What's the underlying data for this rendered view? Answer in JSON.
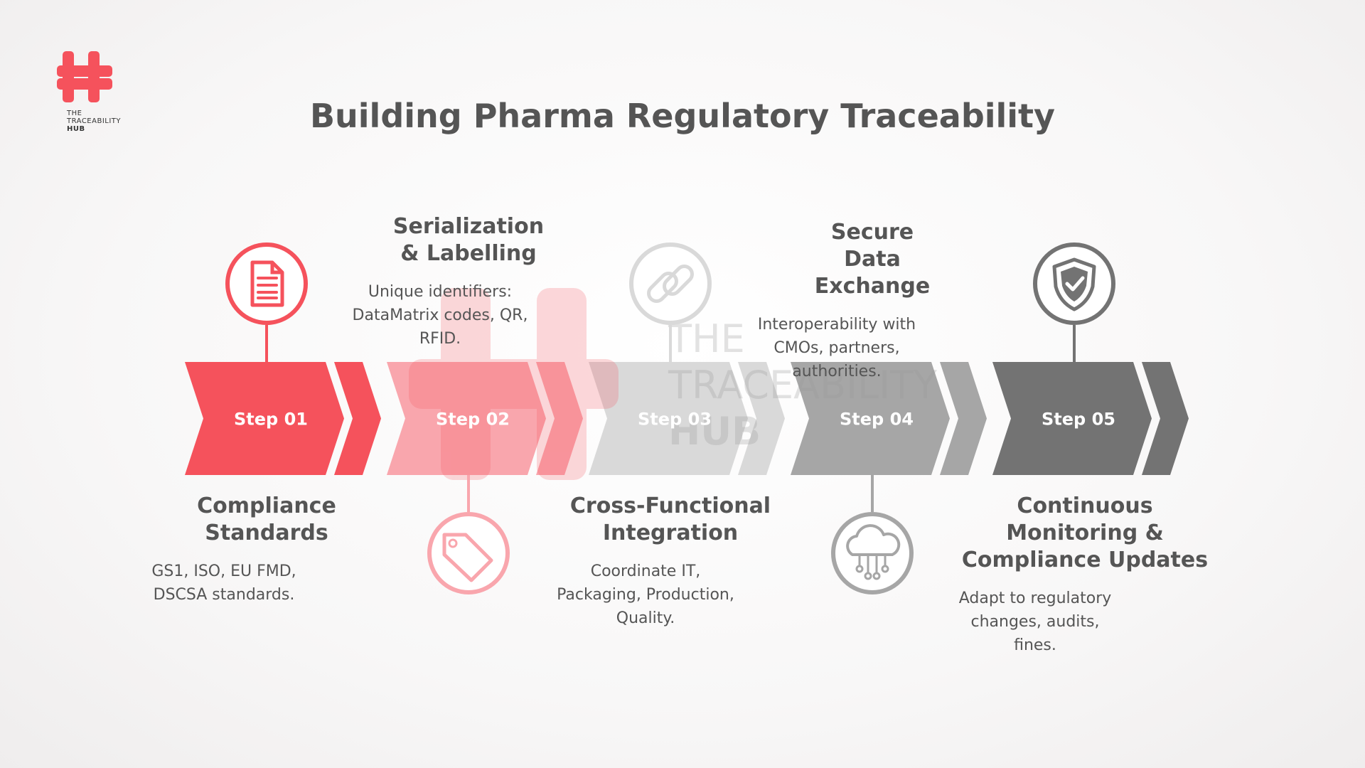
{
  "title": "Building Pharma Regulatory Traceability",
  "logo": {
    "line1": "THE",
    "line2": "TRACEABILITY",
    "line3": "HUB",
    "color": "#f5525c"
  },
  "watermark": {
    "line1": "THE",
    "line2": "TRACEABILITY",
    "line3": "HUB"
  },
  "steps": [
    {
      "label": "Step 01",
      "heading": "Compliance Standards",
      "description": "GS1, ISO, EU FMD, DSCSA standards.",
      "icon": "document-icon",
      "color": "#f5525c",
      "position": "below"
    },
    {
      "label": "Step 02",
      "heading": "Serialization & Labelling",
      "description": "Unique identifiers: DataMatrix codes, QR, RFID.",
      "icon": "tag-icon",
      "color": "#f9a6ad",
      "position": "above"
    },
    {
      "label": "Step 03",
      "heading": "Cross-Functional Integration",
      "description": "Coordinate IT, Packaging, Production, Quality.",
      "icon": "link-icon",
      "color": "#d9d9d9",
      "position": "below"
    },
    {
      "label": "Step 04",
      "heading": "Secure Data Exchange",
      "description": "Interoperability with CMOs, partners, authorities.",
      "icon": "cloud-network-icon",
      "color": "#a6a6a6",
      "position": "above"
    },
    {
      "label": "Step 05",
      "heading": "Continuous Monitoring & Compliance Updates",
      "description": "Adapt to regulatory changes, audits, fines.",
      "icon": "shield-check-icon",
      "color": "#737373",
      "position": "below"
    }
  ]
}
